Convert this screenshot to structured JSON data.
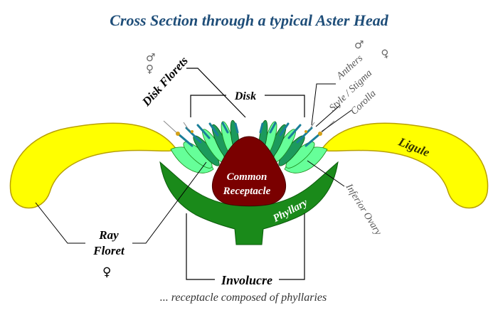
{
  "title": "Cross Section through a typical Aster Head",
  "labels": {
    "disk_florets": "Disk Florets",
    "disk": "Disk",
    "anthers": "Anthers",
    "style_stigma": "Style / Stigma",
    "corolla": "Corolla",
    "ligule": "Ligule",
    "common": "Common",
    "receptacle": "Receptacle",
    "phyllary": "Phyllary",
    "inferior_ovary": "Inferior Ovary",
    "ray": "Ray",
    "floret": "Floret",
    "involucre": "Involucre",
    "caption": "... receptacle composed of phyllaries"
  },
  "symbols": {
    "male": "♂",
    "female": "♀"
  },
  "colors": {
    "title": "#1f4e79",
    "ray_ligule": "#ffff00",
    "ray_outline": "#b8a000",
    "involucre": "#1a8a1a",
    "floret_light": "#66ff99",
    "floret_dark": "#1c9a5c",
    "floret_blue": "#1a7f99",
    "receptacle": "#7a0000",
    "line": "#000000",
    "grey_text": "#555555"
  }
}
